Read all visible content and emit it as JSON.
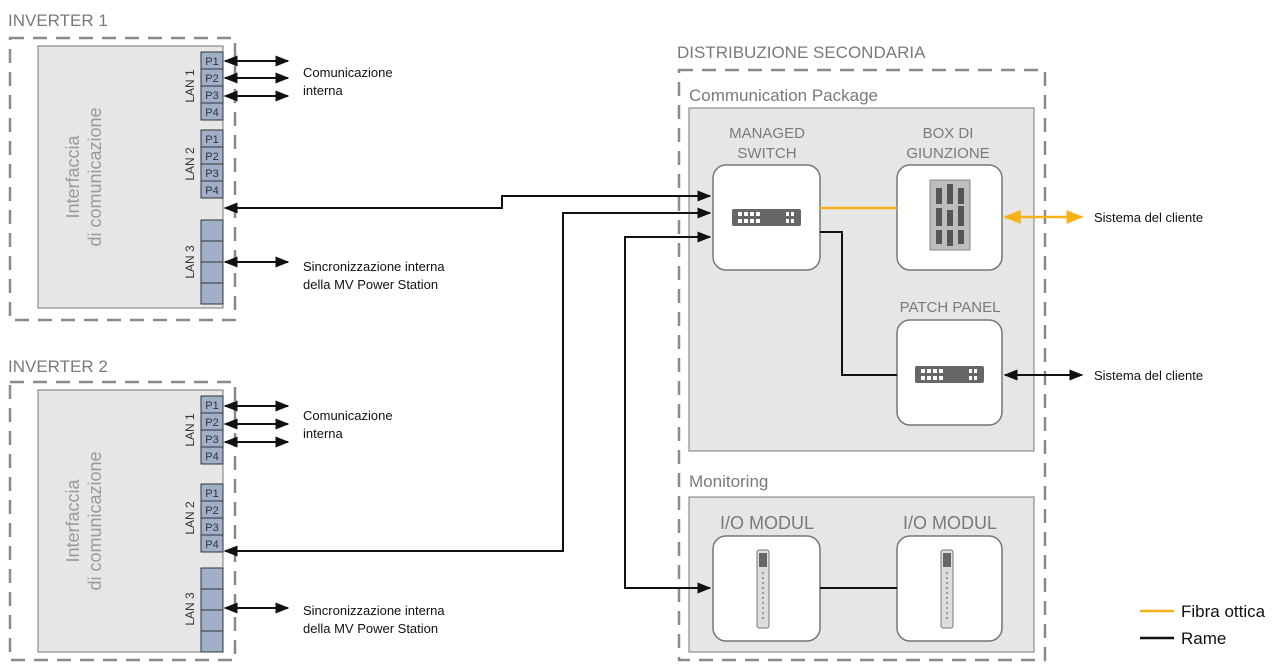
{
  "inverters": [
    {
      "title": "INVERTER 1",
      "interface_line1": "Interfaccia",
      "interface_line2": "di comunicazione",
      "lan1": "LAN 1",
      "lan2": "LAN 2",
      "lan3": "LAN 3",
      "ports": [
        "P1",
        "P2",
        "P3",
        "P4"
      ],
      "label_comm_line1": "Comunicazione",
      "label_comm_line2": "interna",
      "label_sync_line1": "Sincronizzazione interna",
      "label_sync_line2": "della MV Power Station"
    },
    {
      "title": "INVERTER 2",
      "interface_line1": "Interfaccia",
      "interface_line2": "di comunicazione",
      "lan1": "LAN 1",
      "lan2": "LAN 2",
      "lan3": "LAN 3",
      "ports": [
        "P1",
        "P2",
        "P3",
        "P4"
      ],
      "label_comm_line1": "Comunicazione",
      "label_comm_line2": "interna",
      "label_sync_line1": "Sincronizzazione interna",
      "label_sync_line2": "della MV Power Station"
    }
  ],
  "distribution": {
    "title": "DISTRIBUZIONE SECONDARIA",
    "comm_package": "Communication Package",
    "managed_switch_line1": "MANAGED",
    "managed_switch_line2": "SWITCH",
    "box_line1": "BOX DI",
    "box_line2": "GIUNZIONE",
    "patch_panel": "PATCH PANEL",
    "monitoring": "Monitoring",
    "io_module_1": "I/O MODUL",
    "io_module_2": "I/O MODUL"
  },
  "external": {
    "customer_system_1": "Sistema del cliente",
    "customer_system_2": "Sistema del cliente"
  },
  "legend": {
    "fiber": "Fibra ottica",
    "copper": "Rame",
    "fiber_color": "#f5b119",
    "copper_color": "#111111"
  }
}
